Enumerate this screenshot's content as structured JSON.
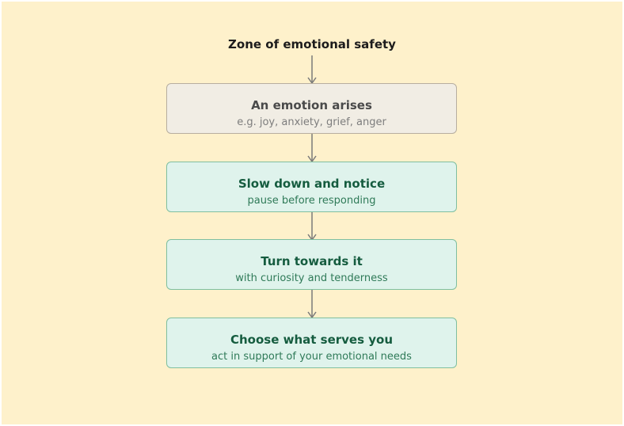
{
  "diagram": {
    "title": "Zone of emotional safety",
    "steps": [
      {
        "heading": "An emotion arises",
        "detail": "e.g. joy, anxiety, grief, anger",
        "style": "neutral"
      },
      {
        "heading": "Slow down and notice",
        "detail": "pause before responding",
        "style": "green"
      },
      {
        "heading": "Turn towards it",
        "detail": "with curiosity and tenderness",
        "style": "green"
      },
      {
        "heading": "Choose what serves you",
        "detail": "act in support of your emotional needs",
        "style": "green"
      }
    ]
  },
  "colors": {
    "background": "#fef1cb",
    "neutral_fill": "#f1ede4",
    "neutral_border": "#b7ae9f",
    "green_fill": "#dff3ec",
    "green_border": "#7fbf9f",
    "green_text": "#155c3f",
    "arrow": "#7a7a7a"
  }
}
